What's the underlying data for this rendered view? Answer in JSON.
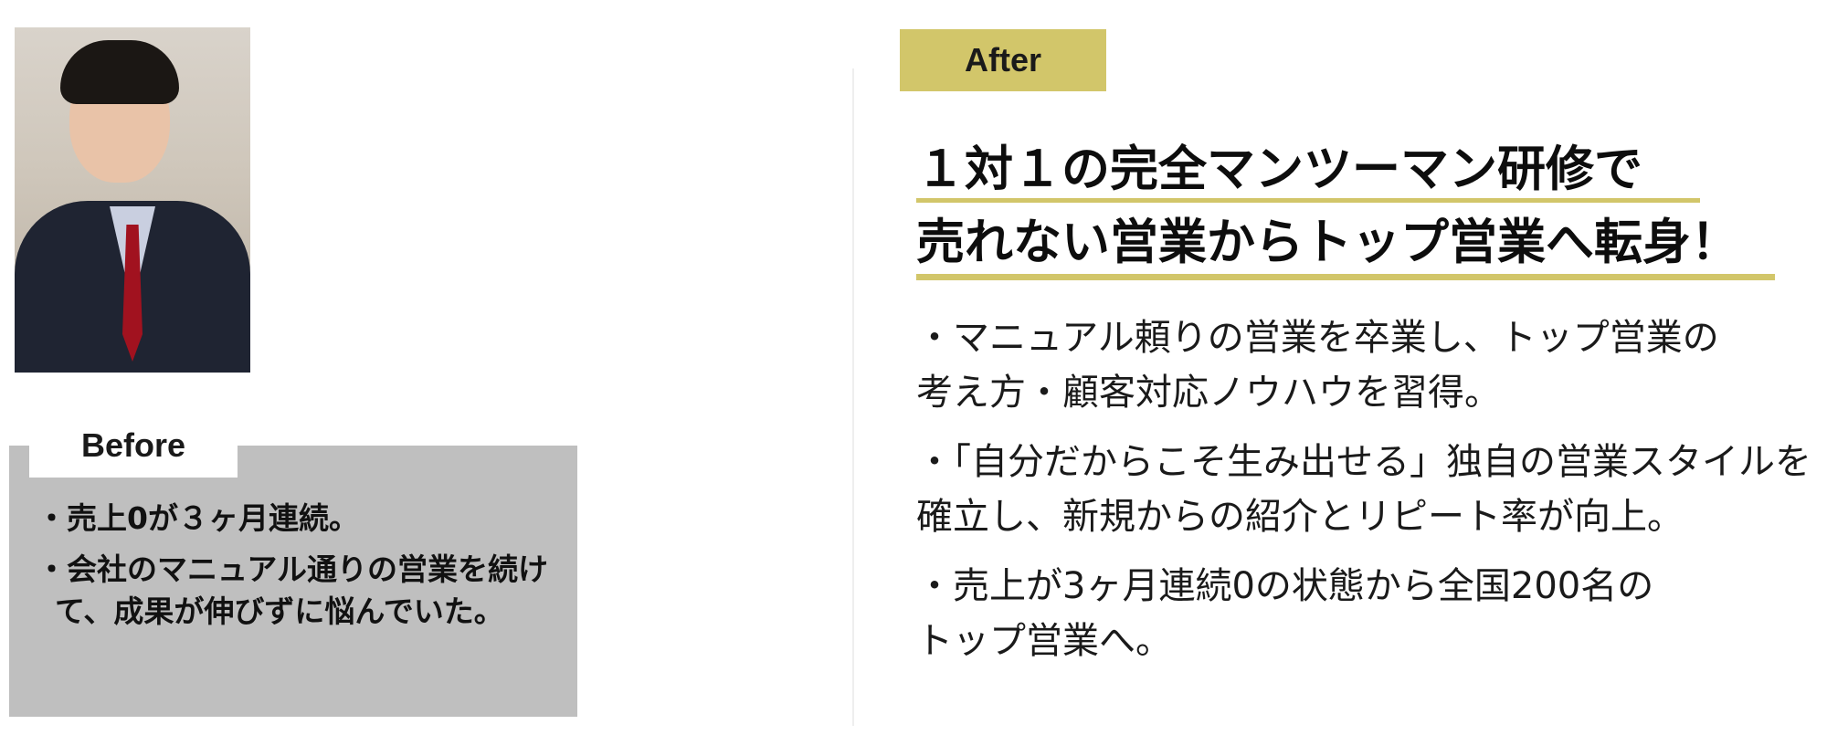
{
  "before": {
    "tab_label": "Before",
    "items": [
      "・売上0が３ヶ月連続。",
      "・会社のマニュアル通りの営業を続けて、成果が伸びずに悩んでいた。"
    ]
  },
  "after": {
    "tab_label": "After",
    "headline_line1": "１対１の完全マンツーマン研修で",
    "headline_line2": "売れない営業からトップ営業へ転身！",
    "items": [
      {
        "line1": "・マニュアル頼りの営業を卒業し、トップ営業の",
        "line2": "考え方・顧客対応ノウハウを習得。"
      },
      {
        "line1": "・「自分だからこそ生み出せる」独自の営業スタイルを",
        "line2": "確立し、新規からの紹介とリピート率が向上。"
      },
      {
        "line1": "・売上が3ヶ月連続0の状態から全国200名の",
        "line2": "トップ営業へ。"
      }
    ]
  },
  "colors": {
    "accent": "#d2c66a",
    "before_bg": "#bfbfbf"
  }
}
